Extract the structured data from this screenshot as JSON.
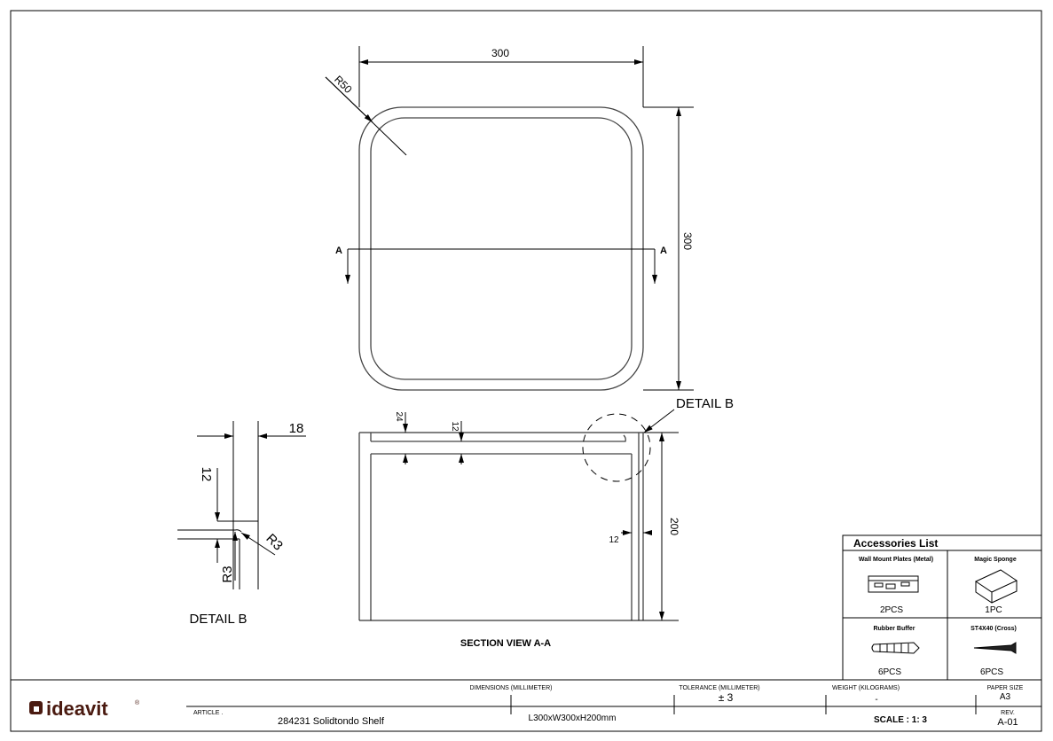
{
  "top_view": {
    "width_dim": "300",
    "depth_dim": "300",
    "radius_dim": "R50",
    "section_label_left": "A",
    "section_label_right": "A"
  },
  "section_view": {
    "title": "SECTION VIEW A-A",
    "dim_24": "24",
    "dim_12_top": "12",
    "dim_12_wall": "12",
    "height_dim": "200",
    "detail_callout": "DETAIL B"
  },
  "detail_b": {
    "title": "DETAIL B",
    "dim_18": "18",
    "dim_12": "12",
    "radius_1": "R3",
    "radius_2": "R3"
  },
  "accessories": {
    "title": "Accessories List",
    "items": [
      {
        "name": "Wall Mount Plates (Metal)",
        "qty": "2PCS",
        "icon": "wall-mount-plate-icon"
      },
      {
        "name": "Magic Sponge",
        "qty": "1PC",
        "icon": "sponge-icon"
      },
      {
        "name": "Rubber Buffer",
        "qty": "6PCS",
        "icon": "rubber-buffer-icon"
      },
      {
        "name": "ST4X40 (Cross)",
        "qty": "6PCS",
        "icon": "screw-icon"
      }
    ]
  },
  "title_block": {
    "logo": "ideavit",
    "brand_color": "#4a1a10",
    "article_label": "ARTICLE .",
    "article": "284231 Solidtondo Shelf",
    "dimensions_label": "DIMENSIONS (MILLIMETER)",
    "dimensions": "L300xW300xH200mm",
    "tolerance_label": "TOLERANCE (MILLIMETER)",
    "tolerance": "± 3",
    "weight_label": "WEIGHT (KILOGRAMS)",
    "weight": "-",
    "scale": "SCALE : 1: 3",
    "paper_size_label": "PAPER SIZE",
    "paper_size": "A3",
    "rev_label": "REV.",
    "rev": "A-01"
  }
}
